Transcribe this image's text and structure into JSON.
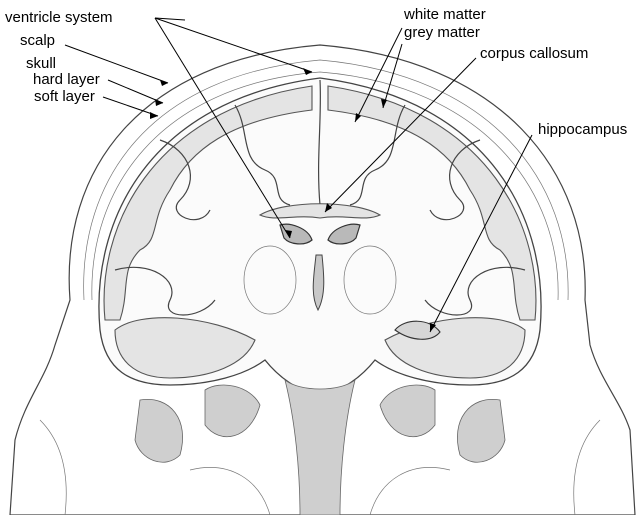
{
  "colors": {
    "label_text": "#000000",
    "leader_line": "#000000",
    "grey_matter": "#e4e4e4",
    "white_matter": "#fbfbfb",
    "outline": "#444444"
  },
  "labels": {
    "ventricle_system": "ventricle system",
    "scalp": "scalp",
    "skull": "skull",
    "hard_layer": "hard layer",
    "soft_layer": "soft layer",
    "white_matter": "white matter",
    "grey_matter": "grey matter",
    "corpus_callosum": "corpus callosum",
    "hippocampus": "hippocampus"
  }
}
